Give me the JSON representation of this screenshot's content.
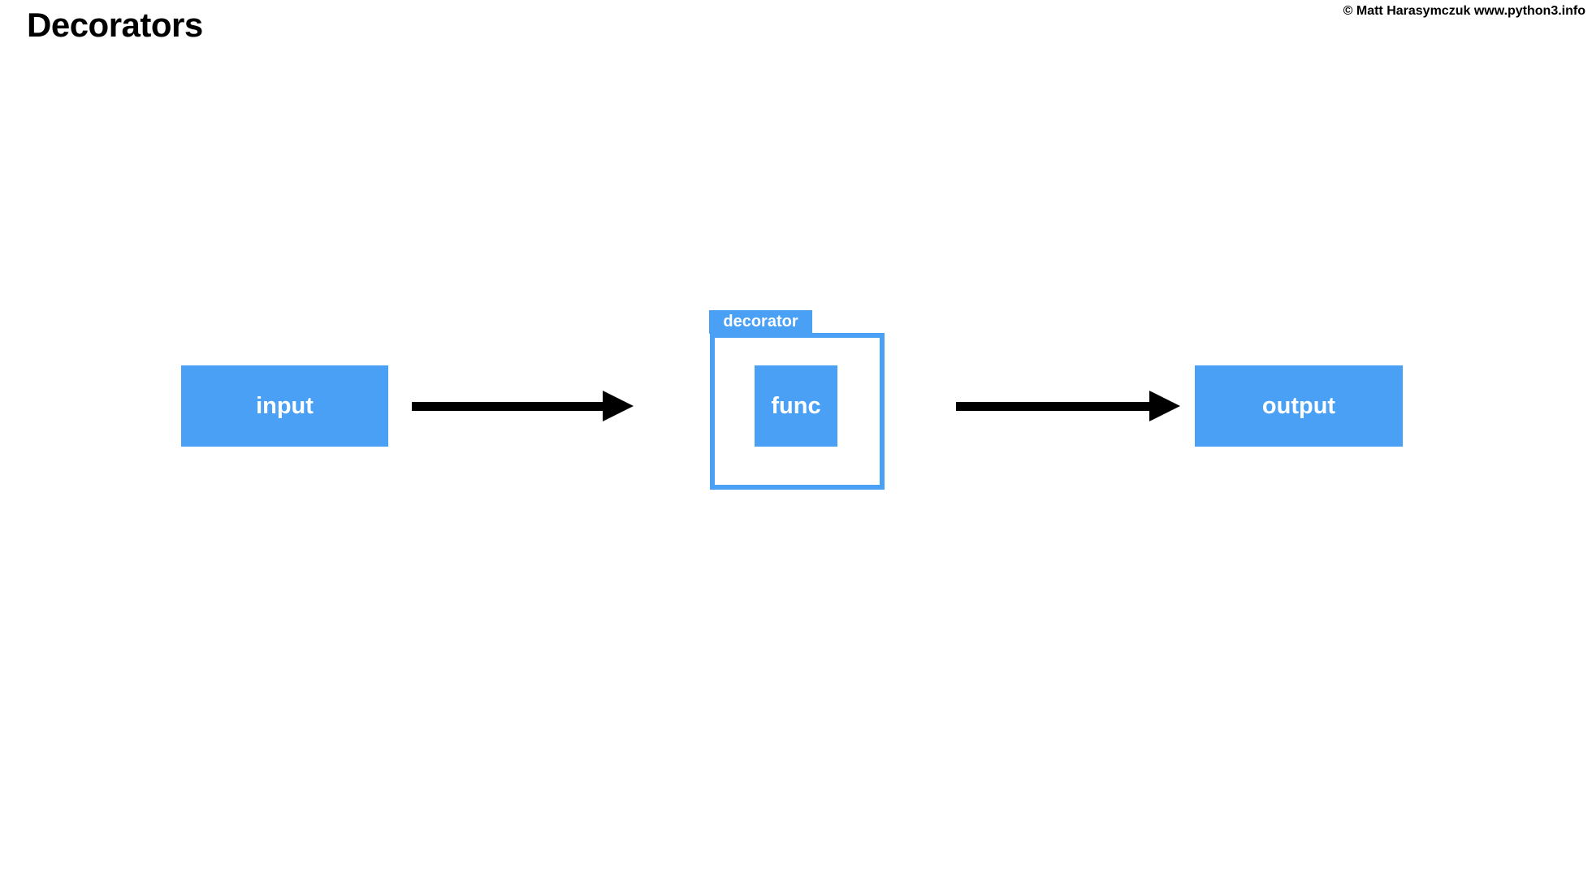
{
  "page": {
    "title": "Decorators",
    "copyright": "© Matt Harasymczuk www.python3.info"
  },
  "colors": {
    "accent_blue": "#4AA0F5",
    "arrow_black": "#000000",
    "label_white": "#FFFFFF",
    "background": "#FFFFFF"
  },
  "diagram": {
    "input_box": {
      "label": "input"
    },
    "decorator_group": {
      "tab_label": "decorator",
      "func_box": {
        "label": "func"
      }
    },
    "output_box": {
      "label": "output"
    },
    "arrows": [
      {
        "name": "input-to-decorator",
        "direction": "right"
      },
      {
        "name": "decorator-to-output",
        "direction": "right"
      }
    ]
  }
}
